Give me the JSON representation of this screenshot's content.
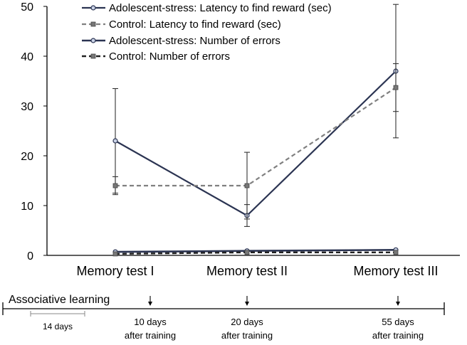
{
  "chart_data": {
    "type": "line",
    "categories": [
      "Memory test I",
      "Memory test II",
      "Memory test III"
    ],
    "ylim": [
      0,
      50
    ],
    "yticks": [
      0,
      10,
      20,
      30,
      40,
      50
    ],
    "grid": false,
    "legend_position": "top",
    "series": [
      {
        "name": "Adolescent-stress: Latency to find reward (sec)",
        "values": [
          23,
          8,
          37
        ],
        "error": [
          10.5,
          2.2,
          13.4
        ],
        "color": "#2b3452",
        "dash": "solid",
        "marker": "circle"
      },
      {
        "name": "Control: Latency to find reward (sec)",
        "values": [
          14,
          14,
          33.7
        ],
        "error": [
          1.8,
          6.7,
          4.8
        ],
        "color": "#808080",
        "dash": "dashed",
        "marker": "square"
      },
      {
        "name": "Adolescent-stress: Number of errors",
        "values": [
          0.7,
          0.9,
          1.1
        ],
        "error": [
          0,
          0,
          0
        ],
        "color": "#2b3452",
        "dash": "solid",
        "marker": "circle"
      },
      {
        "name": "Control: Number of errors",
        "values": [
          0.3,
          0.6,
          0.6
        ],
        "error": [
          0,
          0,
          0
        ],
        "color": "#222222",
        "dash": "dashed",
        "marker": "square"
      }
    ]
  },
  "timeline": {
    "title": "Associative learning",
    "duration": "14 days",
    "marks": [
      {
        "line1": "10 days",
        "line2": "after training"
      },
      {
        "line1": "20 days",
        "line2": "after training"
      },
      {
        "line1": "55 days",
        "line2": "after training"
      }
    ]
  }
}
